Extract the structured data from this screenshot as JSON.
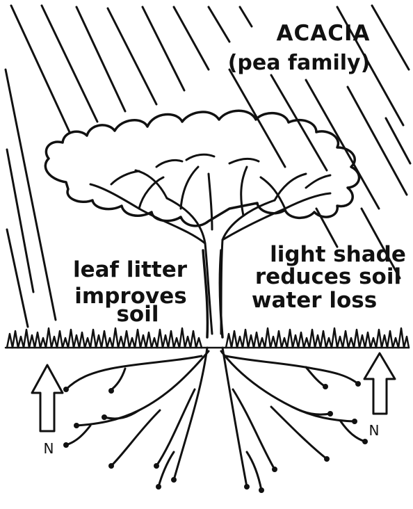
{
  "title": "ACACIA",
  "subtitle": "(pea family)",
  "left_label": [
    "leaf litter",
    "improves",
    "soil"
  ],
  "right_label": [
    "light shade",
    "reduces soil",
    "water loss"
  ],
  "nitrogen_left": "N",
  "nitrogen_right": "N",
  "ink_color": "#111111",
  "background_color": "#ffffff"
}
